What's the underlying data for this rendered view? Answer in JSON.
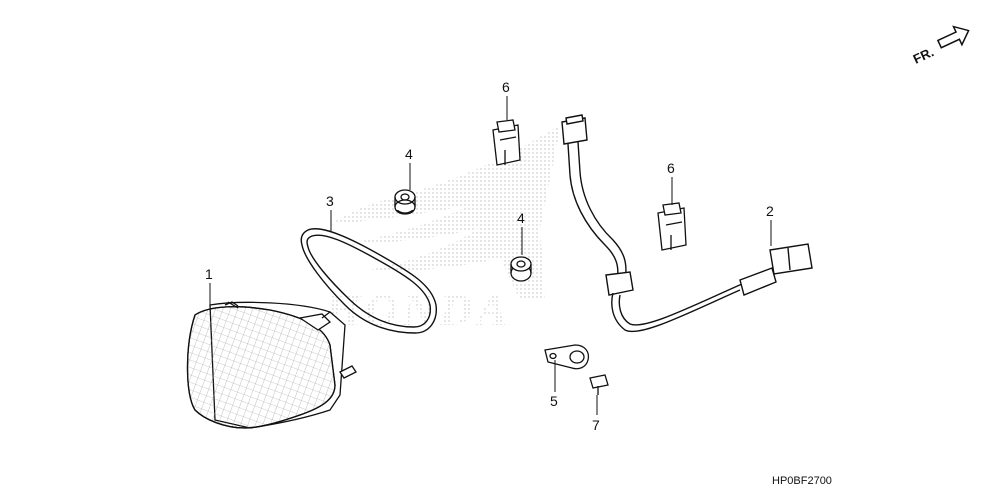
{
  "diagram": {
    "parts": [
      {
        "num": "1",
        "name": "taillight-assembly"
      },
      {
        "num": "2",
        "name": "wire-harness-connector"
      },
      {
        "num": "3",
        "name": "lens-gasket"
      },
      {
        "num": "4",
        "name": "rubber-grommet"
      },
      {
        "num": "5",
        "name": "harness-clamp"
      },
      {
        "num": "6",
        "name": "bulb-socket"
      },
      {
        "num": "7",
        "name": "screw"
      }
    ],
    "callouts": {
      "c1": "1",
      "c2": "2",
      "c3": "3",
      "c4a": "4",
      "c4b": "4",
      "c5": "5",
      "c6a": "6",
      "c6b": "6",
      "c7": "7"
    },
    "direction_label": "FR.",
    "diagram_code": "HP0BF2700",
    "watermark_text": "HONDA",
    "colors": {
      "line": "#111111",
      "watermark": "#d6d6d6"
    }
  }
}
